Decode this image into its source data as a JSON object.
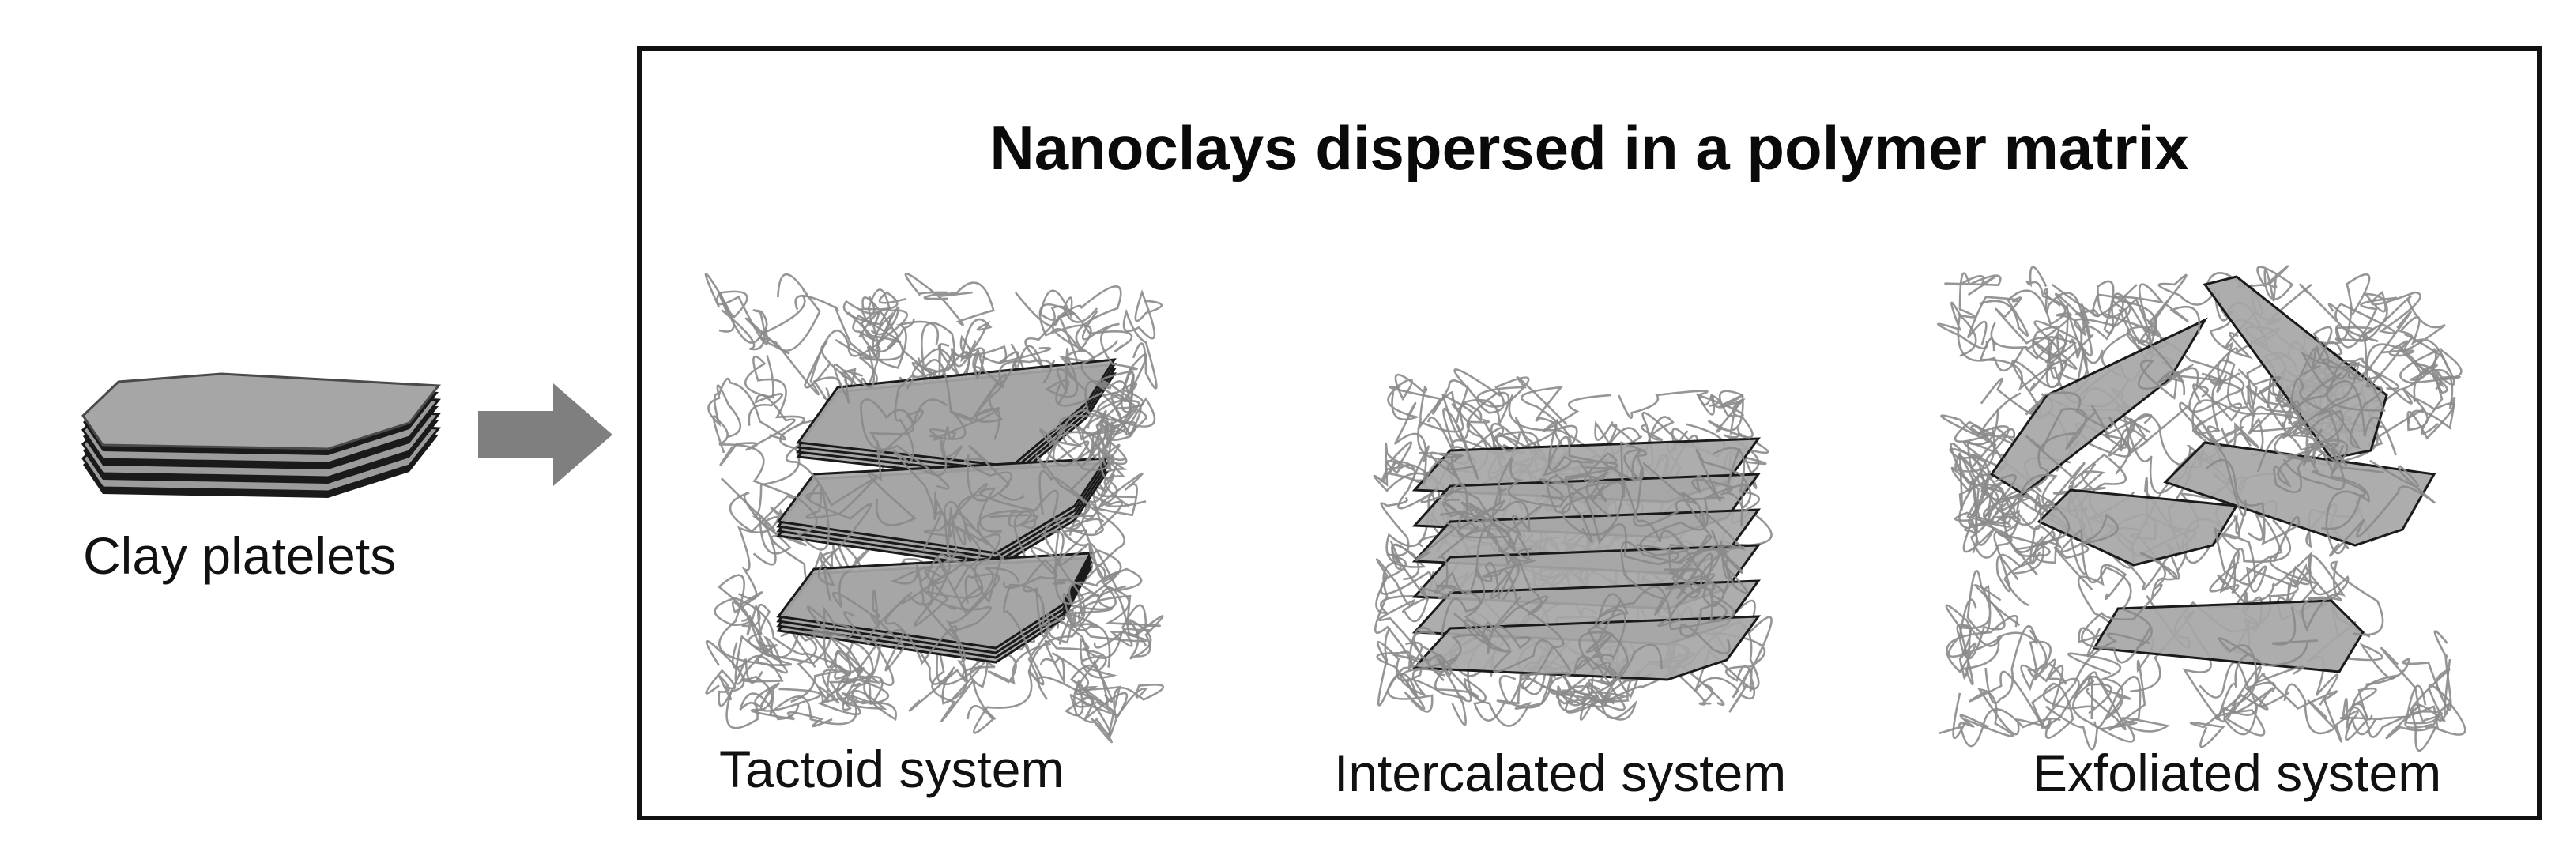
{
  "diagram": {
    "title": "Nanoclays dispersed in a polymer matrix",
    "input_label": "Clay platelets",
    "systems": [
      {
        "label": "Tactoid system"
      },
      {
        "label": "Intercalated system"
      },
      {
        "label": "Exfoliated system"
      }
    ],
    "colors": {
      "platelet_fill": "#a6a6a6",
      "platelet_edge": "#1a1a1a",
      "polymer_strand": "#8a8a8a",
      "arrow": "#7f7f7f",
      "frame": "#111111",
      "text": "#111111"
    }
  }
}
